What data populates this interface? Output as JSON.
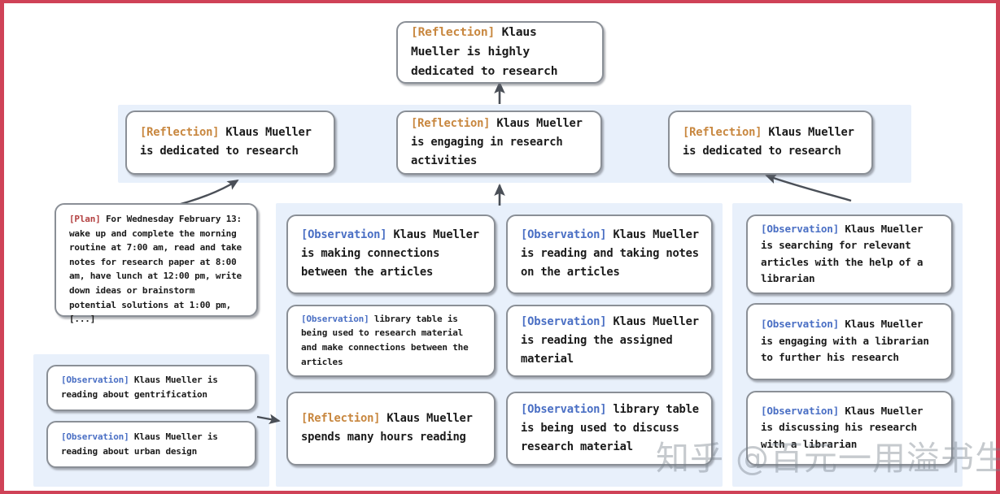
{
  "figure": {
    "type": "memory-stream-reflection-tree",
    "border_color": "#cf4257",
    "panel_color": "#e8f0fb",
    "node_border_color": "#8a8f96",
    "tag_colors": {
      "reflection": "#c8873f",
      "observation": "#4a6fc4",
      "plan": "#b34040"
    }
  },
  "watermark": {
    "text": "知乎 @百元一用溢书生"
  },
  "tags": {
    "reflection": "[Reflection]",
    "observation": "[Observation]",
    "plan": "[Plan]"
  },
  "nodes": {
    "root": {
      "tag": "[Reflection]",
      "tag_type": "reflection",
      "text": " Klaus Mueller is highly dedicated to research"
    },
    "level2": [
      {
        "tag": "[Reflection]",
        "tag_type": "reflection",
        "text": " Klaus Mueller is dedicated to research"
      },
      {
        "tag": "[Reflection]",
        "tag_type": "reflection",
        "text": " Klaus Mueller is engaging in research activities"
      },
      {
        "tag": "[Reflection]",
        "tag_type": "reflection",
        "text": " Klaus Mueller is dedicated to research"
      }
    ],
    "left_group": [
      {
        "tag": "[Plan]",
        "tag_type": "plan",
        "text": " For Wednesday February 13: wake up and complete the morning routine at 7:00 am, read and take notes for research paper at 8:00 am, have lunch at 12:00 pm, write down ideas or brainstorm potential solutions at 1:00 pm, [...]"
      },
      {
        "tag": "[Observation]",
        "tag_type": "observation",
        "text": " Klaus Mueller is reading about gentrification"
      },
      {
        "tag": "[Observation]",
        "tag_type": "observation",
        "text": " Klaus Mueller is reading about urban design"
      }
    ],
    "column_a": [
      {
        "tag": "[Observation]",
        "tag_type": "observation",
        "text": " Klaus Mueller is making connections between the articles"
      },
      {
        "tag": "[Observation]",
        "tag_type": "observation",
        "text": " library table is being used to research material and make connections between the articles"
      },
      {
        "tag": "[Reflection]",
        "tag_type": "reflection",
        "text": " Klaus Mueller spends many hours reading"
      }
    ],
    "column_b": [
      {
        "tag": "[Observation]",
        "tag_type": "observation",
        "text": " Klaus Mueller is reading and taking notes on the articles"
      },
      {
        "tag": "[Observation]",
        "tag_type": "observation",
        "text": " Klaus Mueller is reading the assigned material"
      },
      {
        "tag": "[Observation]",
        "tag_type": "observation",
        "text": " library table is being used to discuss research material"
      }
    ],
    "column_c": [
      {
        "tag": "[Observation]",
        "tag_type": "observation",
        "text": " Klaus Mueller is searching for relevant articles with the help of a librarian"
      },
      {
        "tag": "[Observation]",
        "tag_type": "observation",
        "text": " Klaus Mueller is engaging with a librarian to further his research"
      },
      {
        "tag": "[Observation]",
        "tag_type": "observation",
        "text": " Klaus Mueller is discussing his research with a librarian"
      }
    ]
  }
}
